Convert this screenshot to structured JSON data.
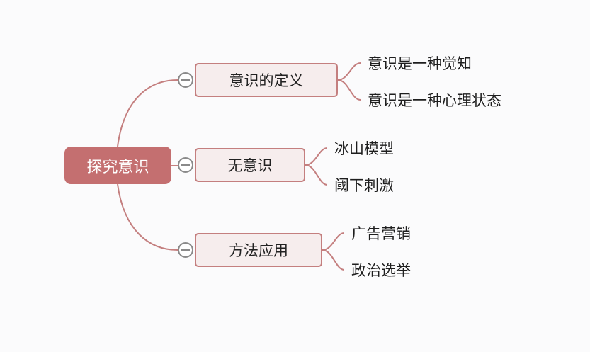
{
  "mindmap": {
    "root": "探究意识",
    "branches": [
      {
        "label": "意识的定义",
        "children": [
          "意识是一种觉知",
          "意识是一种心理状态"
        ]
      },
      {
        "label": "无意识",
        "children": [
          "冰山模型",
          "阈下刺激"
        ]
      },
      {
        "label": "方法应用",
        "children": [
          "广告营销",
          "政治选举"
        ]
      }
    ]
  },
  "colors": {
    "root_fill": "#c46f70",
    "root_text": "#ffffff",
    "branch_fill": "#f6eded",
    "branch_border": "#c47f7f",
    "connector": "#c47f7f",
    "toggle_border": "#8a8a8a",
    "background": "#fbfbfc"
  },
  "icons": {
    "collapse_toggle": "minus-circle-icon"
  }
}
